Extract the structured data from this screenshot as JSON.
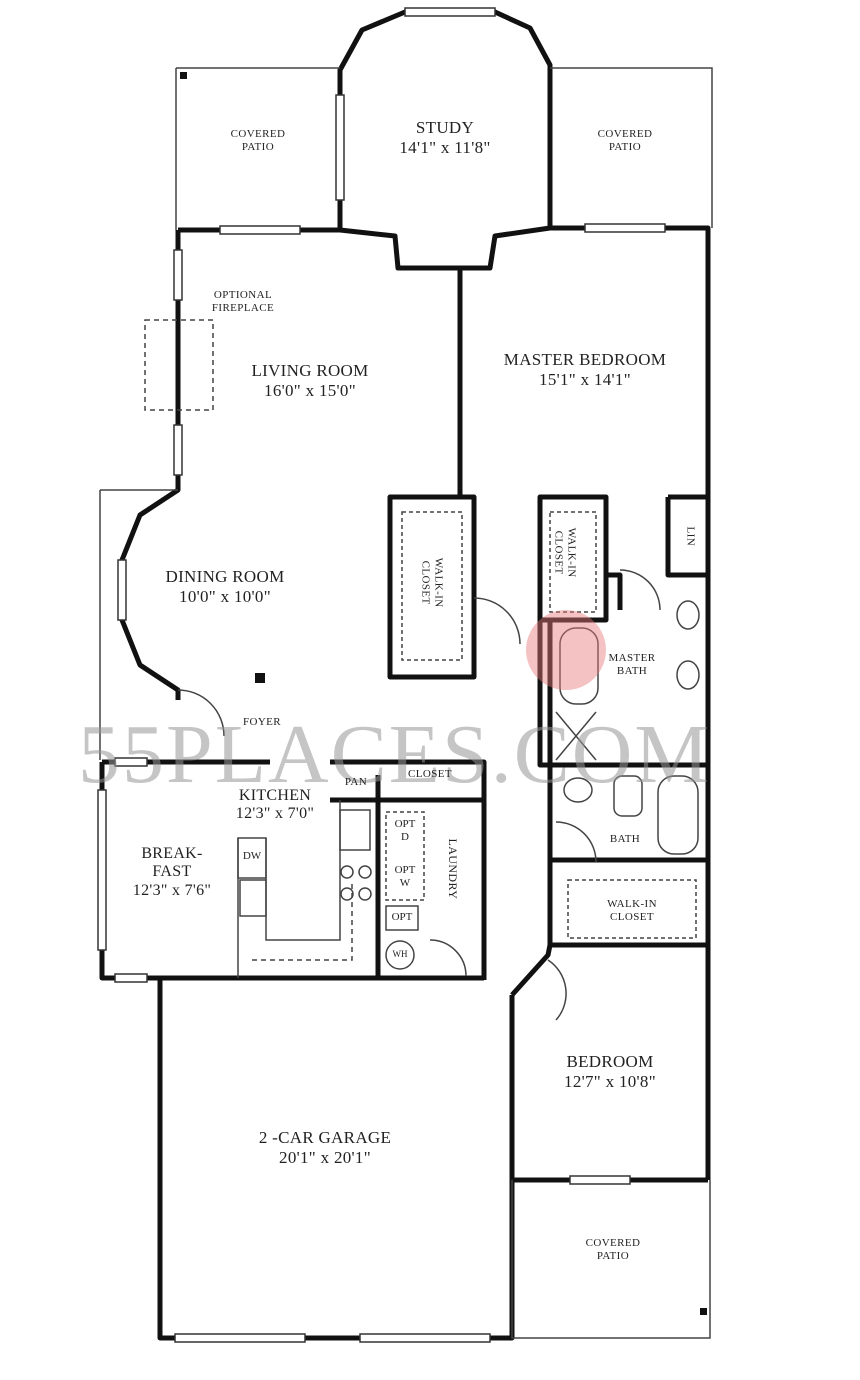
{
  "plan": {
    "watermark": "55PLACES.COM",
    "rooms": {
      "covered_patio_left": {
        "name": "COVERED",
        "name2": "PATIO"
      },
      "study": {
        "name": "STUDY",
        "size": "14'1\" x 11'8\""
      },
      "covered_patio_right": {
        "name": "COVERED",
        "name2": "PATIO"
      },
      "optional_fireplace": {
        "name": "OPTIONAL",
        "name2": "FIREPLACE"
      },
      "living_room": {
        "name": "LIVING ROOM",
        "size": "16'0\" x 15'0\""
      },
      "master_bedroom": {
        "name": "MASTER BEDROOM",
        "size": "15'1\" x 14'1\""
      },
      "walk_in_closet_1": {
        "name": "WALK-IN",
        "name2": "CLOSET"
      },
      "walk_in_closet_2": {
        "name": "WALK-IN",
        "name2": "CLOSET"
      },
      "linen": {
        "name": "LIN"
      },
      "master_bath": {
        "name": "MASTER",
        "name2": "BATH"
      },
      "dining_room": {
        "name": "DINING ROOM",
        "size": "10'0\" x 10'0\""
      },
      "foyer": {
        "name": "FOYER"
      },
      "kitchen": {
        "name": "KITCHEN",
        "size": "12'3\" x 7'0\""
      },
      "pantry": {
        "name": "PAN"
      },
      "closet": {
        "name": "CLOSET"
      },
      "breakfast": {
        "name": "BREAK-",
        "name2": "FAST",
        "size": "12'3\" x 7'6\""
      },
      "dishwasher": {
        "name": "DW"
      },
      "laundry": {
        "name": "LAUNDRY"
      },
      "opt_dryer": {
        "name": "OPT",
        "name2": "D"
      },
      "opt_washer": {
        "name": "OPT",
        "name2": "W"
      },
      "opt": {
        "name": "OPT"
      },
      "water_heater": {
        "name": "WH"
      },
      "bath": {
        "name": "BATH"
      },
      "walk_in_closet_3": {
        "name": "WALK-IN",
        "name2": "CLOSET"
      },
      "bedroom": {
        "name": "BEDROOM",
        "size": "12'7\" x 10'8\""
      },
      "garage": {
        "name": "2 -CAR GARAGE",
        "size": "20'1\" x 20'1\""
      },
      "covered_patio_bottom": {
        "name": "COVERED",
        "name2": "PATIO"
      }
    }
  }
}
